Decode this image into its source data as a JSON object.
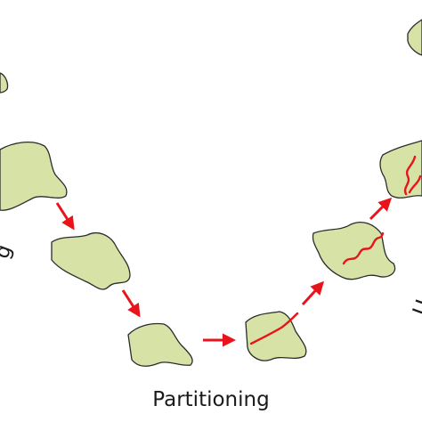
{
  "caption": "Partitioning",
  "left_side_fragment": "g",
  "right_side_fragment": "U",
  "colors": {
    "fragment_fill": "#d7e3a6",
    "fragment_stroke": "#2c2c2c",
    "arrow": "#e8141b",
    "split_line": "#e8141b"
  }
}
